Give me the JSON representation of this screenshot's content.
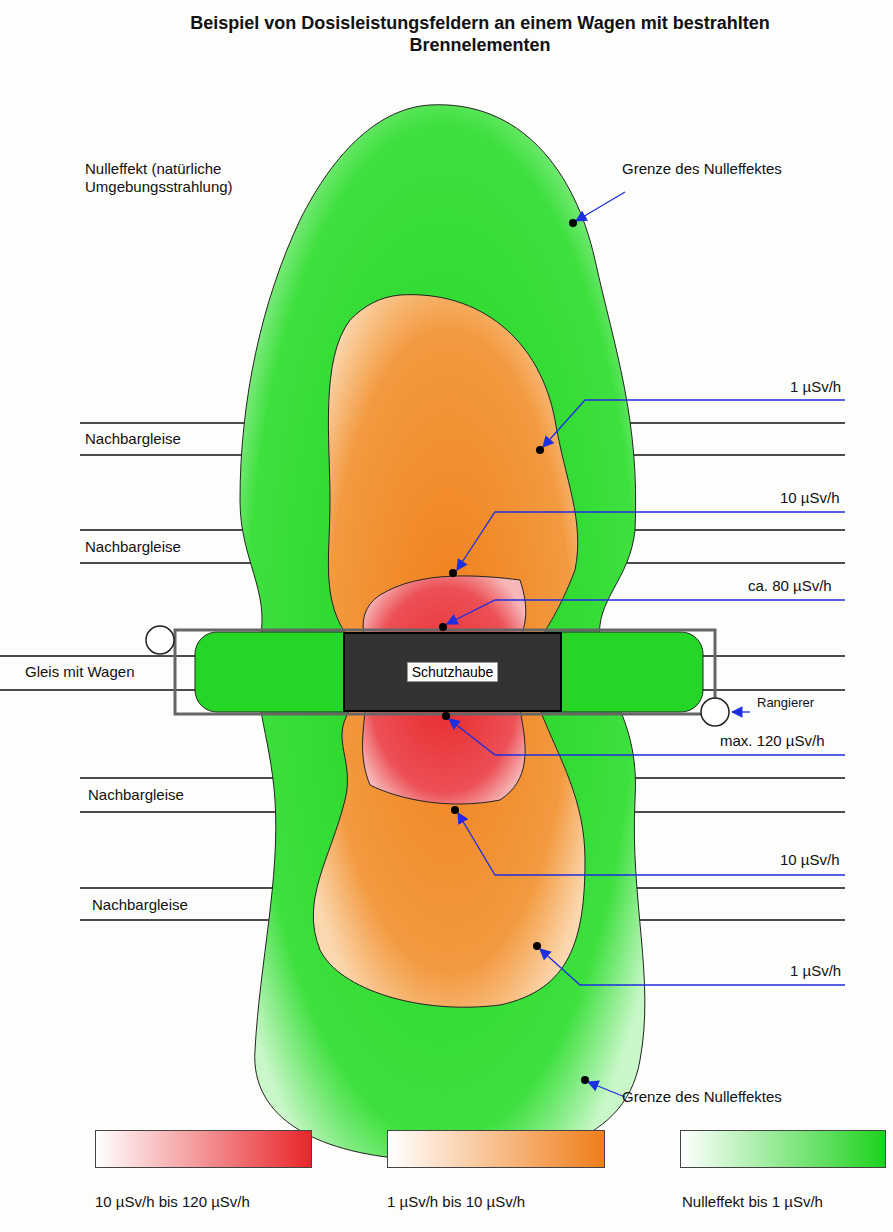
{
  "diagram": {
    "title": "Beispiel von Dosisleistungsfeldern an einem Wagen mit bestrahlten Brennelementen",
    "nodes": [
      {
        "text": [
          "Schutzhaube"
        ]
      }
    ],
    "edges": [],
    "labels": [
      "Nulleffekt (natürliche Umgebungsstrahlung)",
      "Grenze des Nulleffektes",
      "1 µSv/h",
      "Nachbargleise",
      "10 µSv/h",
      "Nachbargleise",
      "ca. 80 µSv/h",
      "Gleis mit Wagen",
      "Rangierer",
      "max. 120 µSv/h",
      "Nachbargleise",
      "10 µSv/h",
      "Nachbargleise",
      "1 µSv/h",
      "Grenze des Nulleffektes"
    ],
    "legend": [
      {
        "text": "10 µSv/h bis 120 µSv/h",
        "color": "#e8262a"
      },
      {
        "text": "1 µSv/h bis 10 µSv/h",
        "color": "#f07e1a"
      },
      {
        "text": "Nulleffekt bis 1 µSv/h",
        "color": "#1ed21e"
      }
    ]
  }
}
